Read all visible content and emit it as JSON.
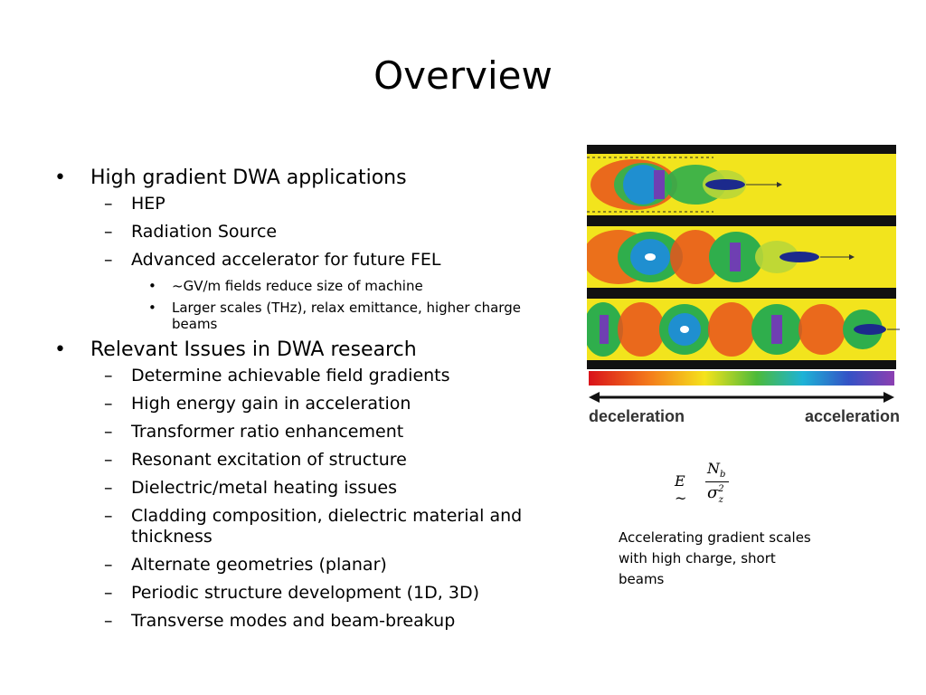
{
  "slide": {
    "title": "Overview"
  },
  "bullets": {
    "b1": {
      "text": "High gradient DWA applications",
      "s1": "HEP",
      "s2": "Radiation Source",
      "s3": "Advanced accelerator for future FEL",
      "s3a": "~GV/m fields reduce size of machine",
      "s3b": "Larger scales (THz), relax emittance, higher charge beams"
    },
    "b2": {
      "text": "Relevant Issues in DWA research",
      "s1": "Determine achievable field gradients",
      "s2": "High energy gain in acceleration",
      "s3": "Transformer ratio enhancement",
      "s4": "Resonant excitation of structure",
      "s5": "Dielectric/metal heating issues",
      "s6": "Cladding composition, dielectric material and thickness",
      "s7": "Alternate geometries (planar)",
      "s8": "Periodic structure development (1D, 3D)",
      "s9": "Transverse modes and beam-breakup"
    },
    "marker_l1": "•",
    "marker_l2": "–",
    "marker_l3": "•"
  },
  "figure": {
    "scale_left": "deceleration",
    "scale_right": "acceleration",
    "colors": {
      "field_background": "#f2e41d",
      "wall": "#111111",
      "bunch": "#1c2a8c",
      "decel": "#e0201b",
      "accel": "#6a3aa8"
    }
  },
  "formula": {
    "lhs": "E",
    "op": "~",
    "num": "N",
    "num_sub": "b",
    "den": "σ",
    "den_sub": "z",
    "den_sup": "2"
  },
  "caption": "Accelerating gradient scales with high charge, short beams"
}
